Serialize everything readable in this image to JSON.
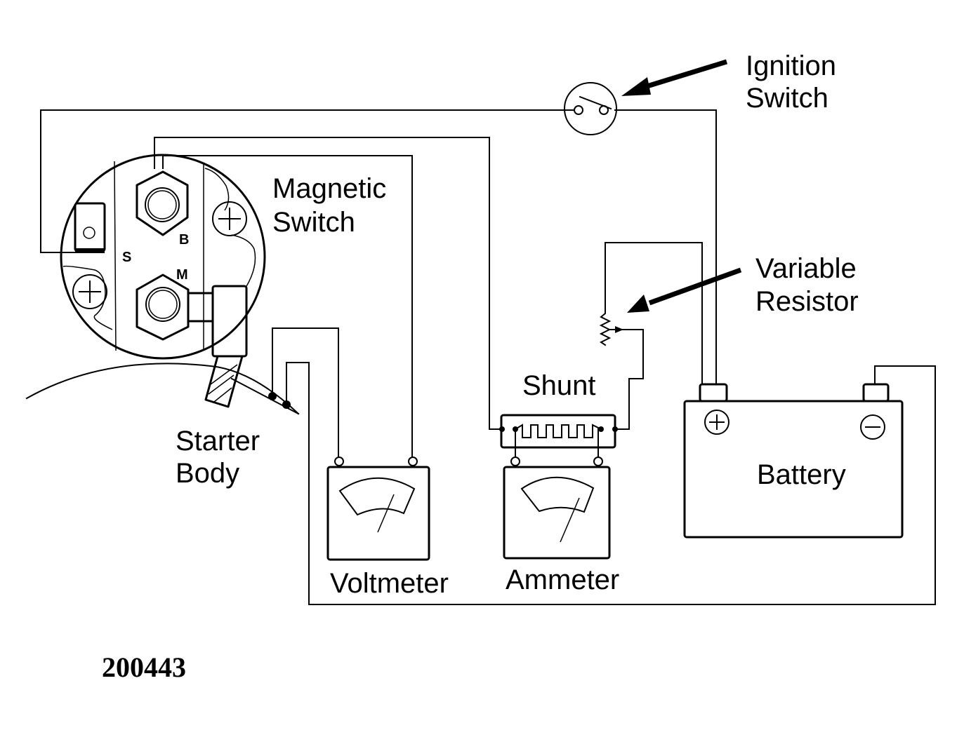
{
  "diagram": {
    "title": "Starter circuit test connection",
    "figure_number": "200443",
    "components": {
      "ignition_switch": {
        "label_line1": "Ignition",
        "label_line2": "Switch"
      },
      "magnetic_switch": {
        "label_line1": "Magnetic",
        "label_line2": "Switch",
        "terminals": {
          "s": "S",
          "b": "B",
          "m": "M"
        }
      },
      "variable_resistor": {
        "label_line1": "Variable",
        "label_line2": "Resistor"
      },
      "shunt": {
        "label": "Shunt"
      },
      "starter_body": {
        "label_line1": "Starter",
        "label_line2": "Body"
      },
      "voltmeter": {
        "label": "Voltmeter"
      },
      "ammeter": {
        "label": "Ammeter"
      },
      "battery": {
        "label": "Battery",
        "positive_symbol": "+",
        "negative_symbol": "−"
      }
    },
    "connections": [
      {
        "from": "Magnetic Switch S terminal",
        "to": "Ignition Switch"
      },
      {
        "from": "Ignition Switch",
        "to": "Battery +"
      },
      {
        "from": "Magnetic Switch B terminal",
        "to": "Voltmeter"
      },
      {
        "from": "Magnetic Switch B terminal",
        "to": "Shunt"
      },
      {
        "from": "Shunt",
        "to": "Variable Resistor"
      },
      {
        "from": "Variable Resistor",
        "to": "Battery +"
      },
      {
        "from": "Shunt",
        "to": "Ammeter"
      },
      {
        "from": "Starter Body",
        "to": "Voltmeter"
      },
      {
        "from": "Starter Body",
        "to": "Battery −"
      }
    ]
  }
}
